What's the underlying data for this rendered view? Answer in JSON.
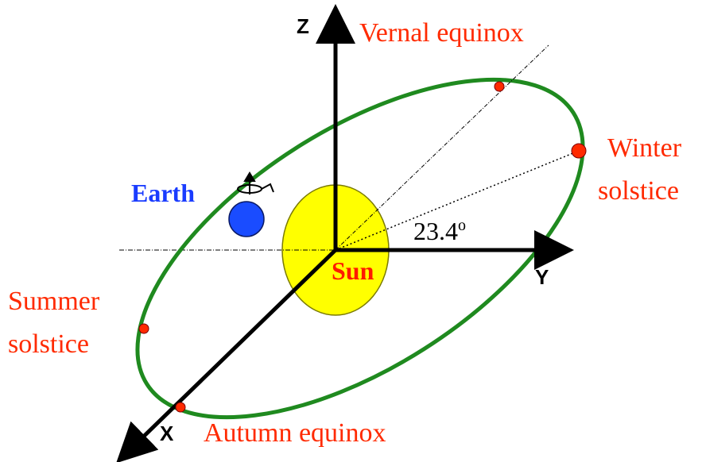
{
  "diagram": {
    "axes": {
      "z": "Z",
      "y": "Y",
      "x": "X"
    },
    "labels": {
      "vernal_equinox": "Vernal equinox",
      "winter_solstice_line1": "Winter",
      "winter_solstice_line2": "solstice",
      "summer_solstice_line1": "Summer",
      "summer_solstice_line2": "solstice",
      "autumn_equinox": "Autumn equinox",
      "earth": "Earth",
      "sun": "Sun",
      "tilt_angle": "23.4",
      "tilt_unit": "o"
    },
    "colors": {
      "orbit": "#1f8a1f",
      "sun": "#ffff00",
      "earth": "#1a4cff",
      "marker": "#ff2a00",
      "label_red": "#ff2a00",
      "label_blue": "#1a3cff",
      "sun_label": "#ff1a00"
    }
  }
}
